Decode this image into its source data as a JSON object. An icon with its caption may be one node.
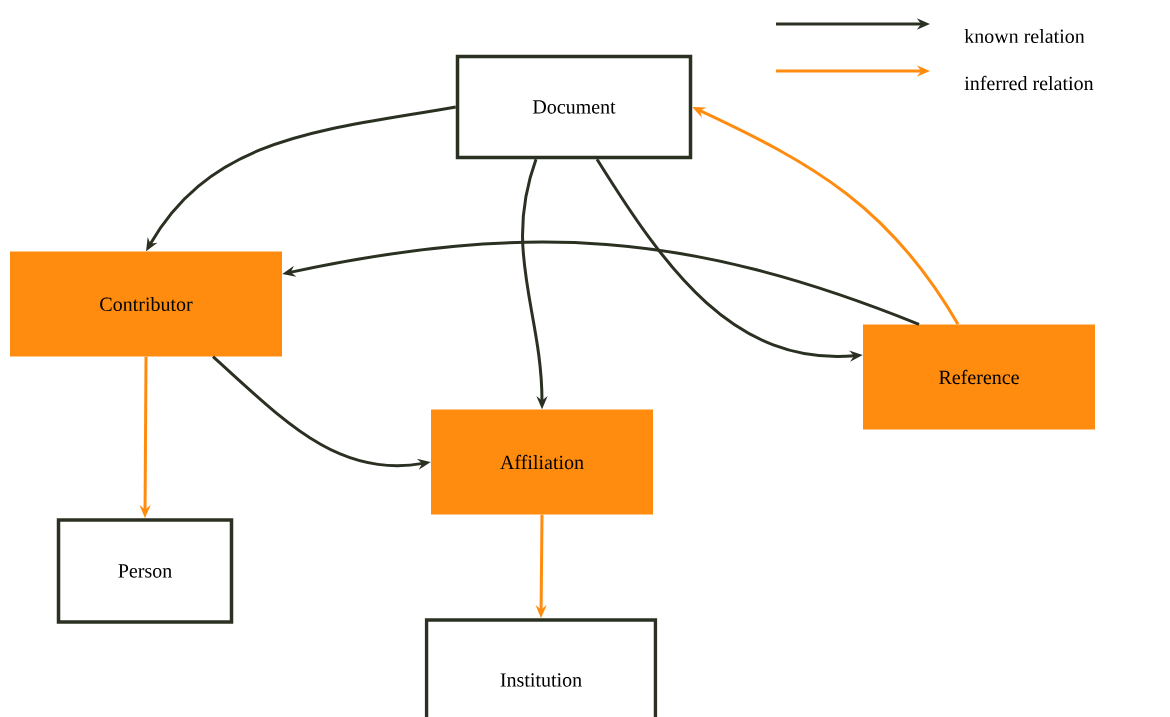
{
  "diagram": {
    "nodes": [
      {
        "text": [
          "Document"
        ]
      },
      {
        "text": [
          "Contributor"
        ]
      },
      {
        "text": [
          "Reference"
        ]
      },
      {
        "text": [
          "Affiliation"
        ]
      },
      {
        "text": [
          "Person"
        ]
      },
      {
        "text": [
          "Institution"
        ]
      }
    ],
    "edges": [
      {
        "from": 0,
        "to": 1,
        "arrow": "to"
      },
      {
        "from": 0,
        "to": 3,
        "arrow": "to"
      },
      {
        "from": 0,
        "to": 2,
        "arrow": "to"
      },
      {
        "from": 2,
        "to": 1,
        "arrow": "to"
      },
      {
        "from": 2,
        "to": 0,
        "arrow": "to",
        "color": "#ff8c0f"
      },
      {
        "from": 1,
        "to": 3,
        "arrow": "to"
      },
      {
        "from": 1,
        "to": 4,
        "arrow": "to",
        "color": "#ff8c0f"
      },
      {
        "from": 3,
        "to": 5,
        "arrow": "to",
        "color": "#ff8c0f"
      }
    ],
    "legend": [
      {
        "text": "known relation"
      },
      {
        "text": "inferred relation"
      }
    ]
  }
}
